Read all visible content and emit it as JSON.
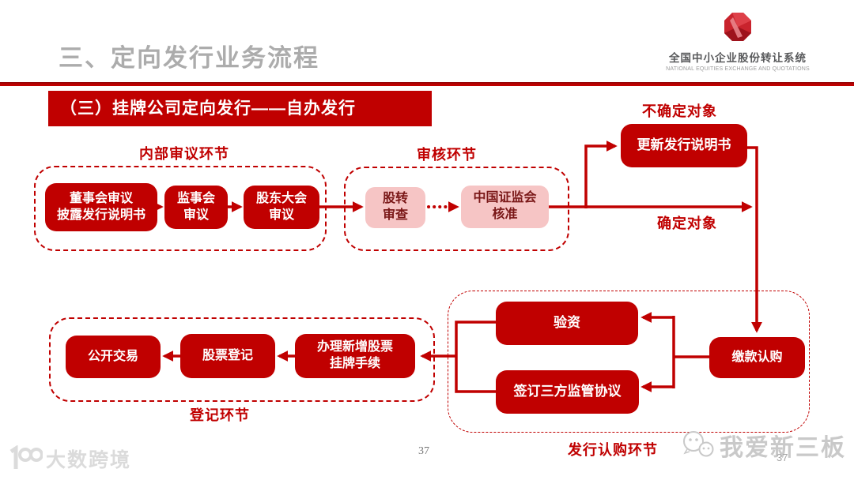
{
  "header": {
    "title": "三、定向发行业务流程",
    "logo_cn": "全国中小企业股份转让系统",
    "logo_en": "NATIONAL EQUITIES EXCHANGE AND QUOTATIONS"
  },
  "banner": {
    "text": "（三）挂牌公司定向发行——自办发行"
  },
  "flow": {
    "section_labels": {
      "internal": "内部审议环节",
      "review": "审核环节",
      "undetermined": "不确定对象",
      "determined": "确定对象",
      "registration": "登记环节",
      "subscription": "发行认购环节"
    },
    "boxes": {
      "board": "董事会审议\n披露发行说明书",
      "supervisory": "监事会\n审议",
      "shareholders": "股东大会\n审议",
      "transfer_review": "股转\n审查",
      "csrc_approval": "中国证监会\n核准",
      "update_prospectus": "更新发行说明书",
      "capital_verification": "验资",
      "tripartite_agreement": "签订三方监管协议",
      "payment_subscription": "缴款认购",
      "listing_procedures": "办理新增股票\n挂牌手续",
      "stock_registration": "股票登记",
      "public_trading": "公开交易"
    }
  },
  "footer": {
    "page_number": "37",
    "watermark_left": "大数跨境",
    "watermark_right": "我爱新三板",
    "watermark_right_page": "37"
  },
  "colors": {
    "primary_red": "#c00000",
    "pink_fill": "#f6c5c5",
    "pink_text": "#7a1818",
    "title_gray": "#acacac"
  }
}
